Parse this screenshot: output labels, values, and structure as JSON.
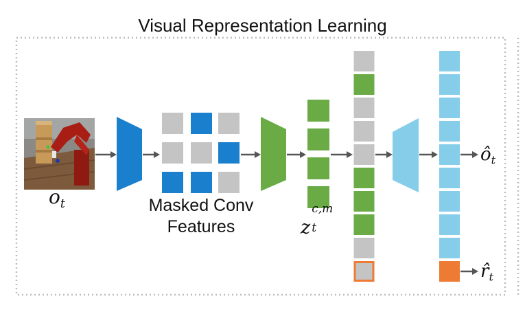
{
  "title": "Visual Representation Learning",
  "labels": {
    "observation": "o",
    "observation_sub": "t",
    "masked_line1": "Masked Conv",
    "masked_line2": "Features",
    "latent": "z",
    "latent_sup": "c,m",
    "latent_sub": "t",
    "recon_obs": "ô",
    "recon_obs_sub": "t",
    "recon_reward": "r̂",
    "recon_reward_sub": "t"
  },
  "colors": {
    "encoder_blue": "#1a7fcc",
    "green": "#6aab45",
    "gray": "#c4c4c4",
    "light_blue": "#86cdea",
    "orange": "#ee7b34",
    "arrow": "#555555",
    "border_dots": "#bdbdbd"
  },
  "mask_grid": [
    [
      "gray",
      "blue",
      "gray"
    ],
    [
      "gray",
      "gray",
      "blue"
    ],
    [
      "blue",
      "blue",
      "gray"
    ]
  ],
  "latent_column": [
    "green",
    "green",
    "green",
    "green"
  ],
  "token_column": [
    "gray",
    "green",
    "gray",
    "gray",
    "gray",
    "green",
    "green",
    "green",
    "gray",
    "orange-outline"
  ],
  "output_column": [
    "lightblue",
    "lightblue",
    "lightblue",
    "lightblue",
    "lightblue",
    "lightblue",
    "lightblue",
    "lightblue",
    "lightblue",
    "orange"
  ],
  "icons": {
    "observation_image": "robot-arm-image",
    "encoder": "trapezoid-encoder-icon",
    "decoder": "trapezoid-decoder-icon"
  }
}
